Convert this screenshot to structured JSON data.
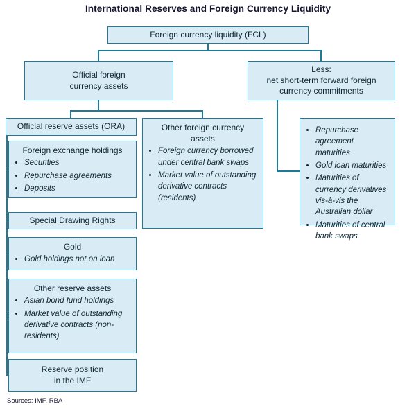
{
  "title": "International Reserves and Foreign Currency Liquidity",
  "sources": "Sources: IMF, RBA",
  "colors": {
    "box_fill": "#d9ebf5",
    "box_border": "#1e7a9b",
    "connector_line": "#1e7a9b",
    "title_text": "#14142e",
    "body_text": "#0f2733",
    "background": "#ffffff"
  },
  "nodes": {
    "fcl": {
      "label": "Foreign currency liquidity (FCL)"
    },
    "official_fca": {
      "label": "Official foreign\ncurrency assets"
    },
    "less_commitments": {
      "label": "Less:\nnet short-term forward foreign\ncurrency commitments"
    },
    "ora": {
      "label": "Official reserve assets (ORA)"
    },
    "fx_holdings": {
      "title": "Foreign exchange holdings",
      "bullets": [
        "Securities",
        "Repurchase agreements",
        "Deposits"
      ]
    },
    "sdr": {
      "label": "Special Drawing Rights"
    },
    "gold": {
      "title": "Gold",
      "bullets": [
        "Gold holdings not on loan"
      ]
    },
    "other_reserve_assets": {
      "title": "Other reserve assets",
      "bullets": [
        "Asian bond fund holdings",
        "Market value of outstanding derivative contracts (non-residents)"
      ]
    },
    "imf_position": {
      "label": "Reserve position\nin the IMF"
    },
    "other_fca": {
      "title": "Other foreign currency\nassets",
      "bullets": [
        "Foreign currency borrowed under central bank swaps",
        "Market value of outstanding derivative contracts (residents)"
      ]
    },
    "forward_commitment_items": {
      "bullets": [
        "Repurchase agreement maturities",
        "Gold loan maturities",
        "Maturities of currency derivatives vis-à-vis the Australian dollar",
        "Maturities of central bank swaps"
      ]
    }
  }
}
